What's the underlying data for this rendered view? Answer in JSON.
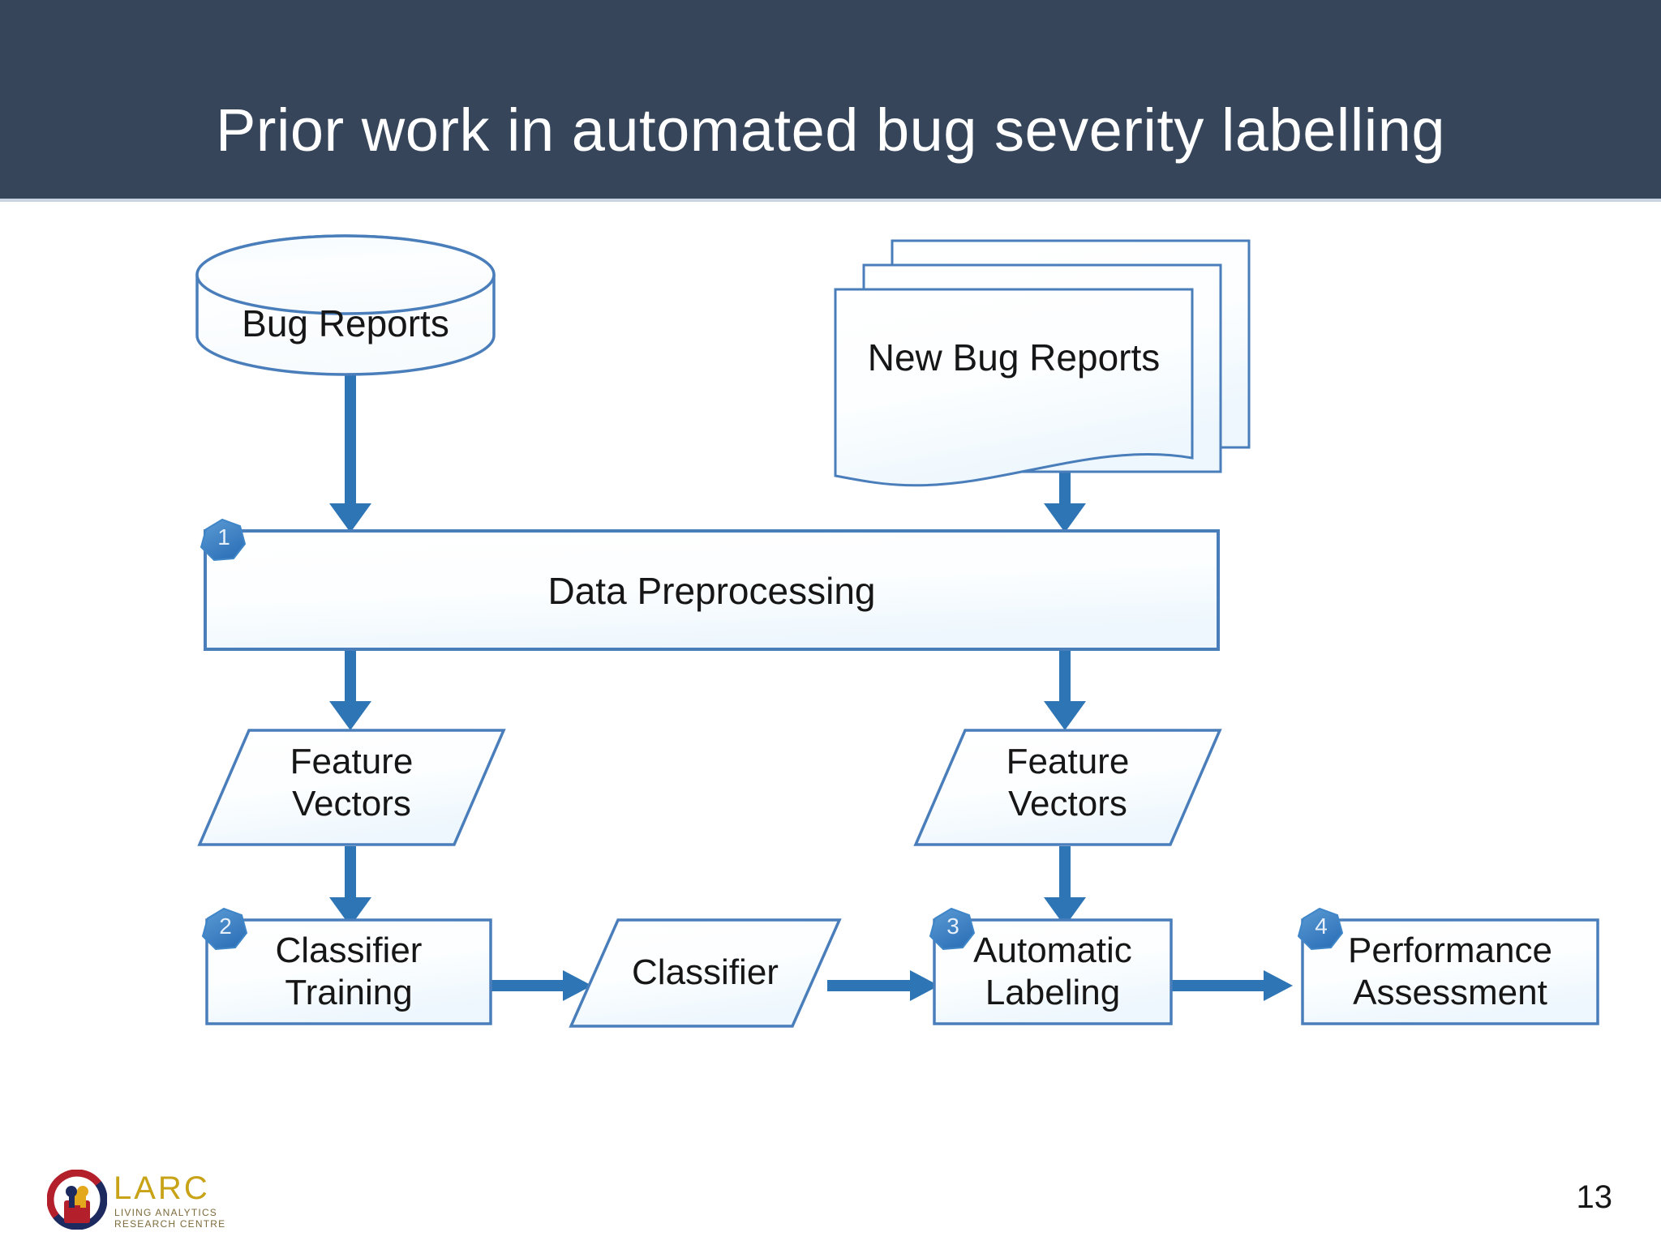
{
  "slide": {
    "title": "Prior work in automated bug severity labelling",
    "page_number": "13",
    "header_color": "#36455a",
    "accent_color": "#2e75b6",
    "shape_outline_color": "#4a7ebb",
    "shape_fill_color": "#fbfdff"
  },
  "diagram": {
    "type": "flowchart",
    "nodes": [
      {
        "id": "bug-reports",
        "label": "Bug Reports",
        "shape": "cylinder",
        "badge": null
      },
      {
        "id": "new-bug-reports",
        "label": "New Bug Reports",
        "shape": "multi-document",
        "badge": null
      },
      {
        "id": "data-preprocessing",
        "label": "Data Preprocessing",
        "shape": "rectangle",
        "badge": "1"
      },
      {
        "id": "feature-vectors-left",
        "label": "Feature\nVectors",
        "shape": "parallelogram",
        "badge": null
      },
      {
        "id": "feature-vectors-right",
        "label": "Feature\nVectors",
        "shape": "parallelogram",
        "badge": null
      },
      {
        "id": "classifier-training",
        "label": "Classifier\nTraining",
        "shape": "rectangle",
        "badge": "2"
      },
      {
        "id": "classifier",
        "label": "Classifier",
        "shape": "parallelogram",
        "badge": null
      },
      {
        "id": "automatic-labeling",
        "label": "Automatic\nLabeling",
        "shape": "rectangle",
        "badge": "3"
      },
      {
        "id": "performance-assessment",
        "label": "Performance\nAssessment",
        "shape": "rectangle",
        "badge": "4"
      }
    ],
    "edges": [
      {
        "from": "bug-reports",
        "to": "data-preprocessing",
        "direction": "down"
      },
      {
        "from": "new-bug-reports",
        "to": "data-preprocessing",
        "direction": "down"
      },
      {
        "from": "data-preprocessing",
        "to": "feature-vectors-left",
        "direction": "down"
      },
      {
        "from": "data-preprocessing",
        "to": "feature-vectors-right",
        "direction": "down"
      },
      {
        "from": "feature-vectors-left",
        "to": "classifier-training",
        "direction": "down"
      },
      {
        "from": "feature-vectors-right",
        "to": "automatic-labeling",
        "direction": "down"
      },
      {
        "from": "classifier-training",
        "to": "classifier",
        "direction": "right"
      },
      {
        "from": "classifier",
        "to": "automatic-labeling",
        "direction": "right"
      },
      {
        "from": "automatic-labeling",
        "to": "performance-assessment",
        "direction": "right"
      }
    ],
    "labels": {
      "bug_reports": "Bug Reports",
      "new_bug_reports": "New Bug Reports",
      "data_preprocessing": "Data Preprocessing",
      "feature_vectors_left": "Feature\nVectors",
      "feature_vectors_right": "Feature\nVectors",
      "classifier_training": "Classifier\nTraining",
      "classifier": "Classifier",
      "automatic_labeling": "Automatic\nLabeling",
      "performance_assessment": "Performance\nAssessment"
    },
    "badges": {
      "one": "1",
      "two": "2",
      "three": "3",
      "four": "4"
    }
  },
  "footer": {
    "logo_name": "LARC",
    "logo_subtitle_line1": "LIVING ANALYTICS",
    "logo_subtitle_line2": "RESEARCH CENTRE"
  }
}
